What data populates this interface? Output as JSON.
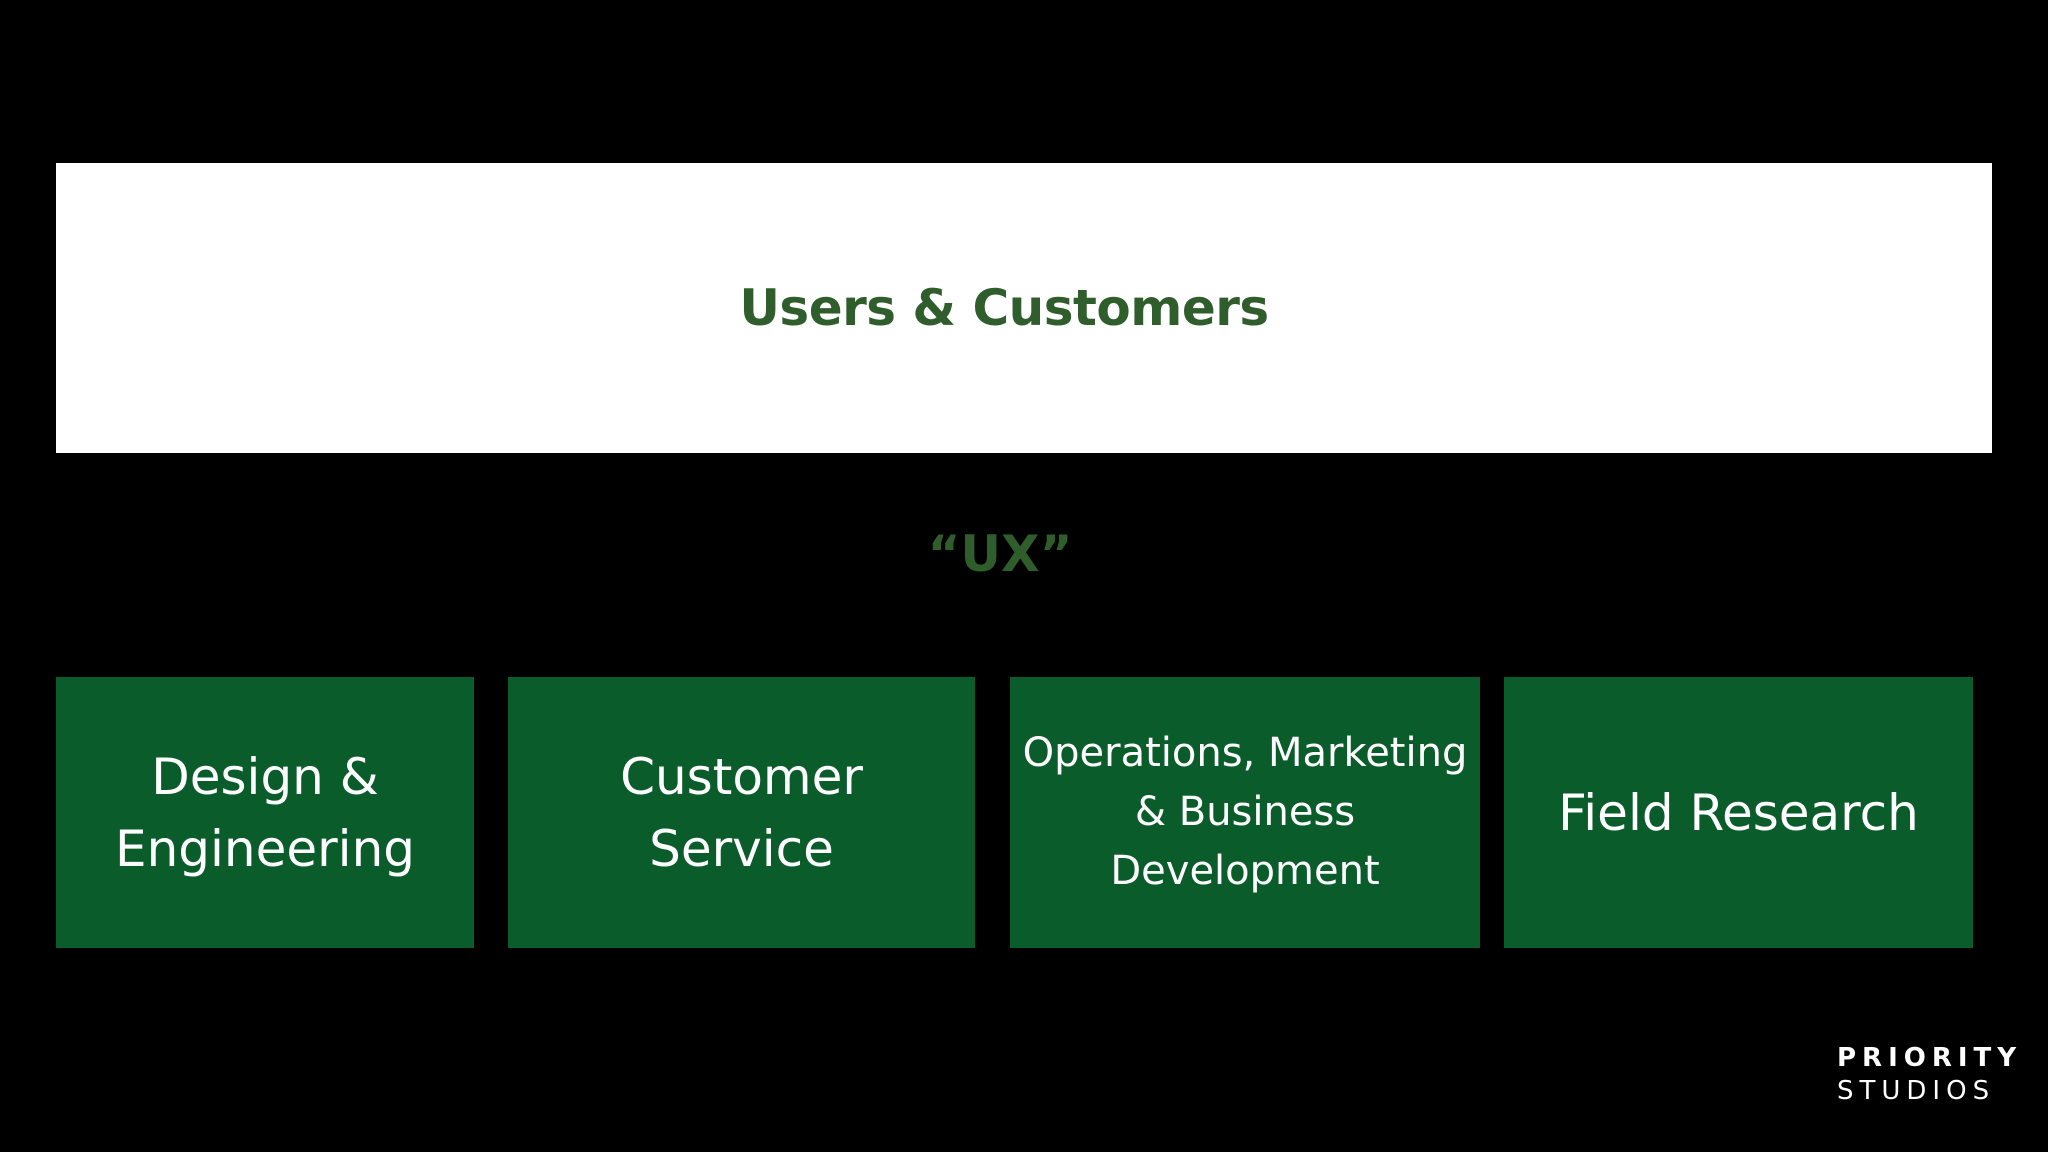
{
  "slide": {
    "background_color": "#000000",
    "top_box": {
      "label": "Users & Customers",
      "fill_color": "#ffffff",
      "text_color": "#2f5e2c"
    },
    "middle_label": "“UX”",
    "accent_color": "#0a5c2b",
    "boxes": [
      {
        "label": "Design &\nEngineering"
      },
      {
        "label": "Customer\nService"
      },
      {
        "label": "Operations, Marketing\n& Business\nDevelopment"
      },
      {
        "label": "Field Research"
      }
    ],
    "logo": {
      "line1": "PRIORITY",
      "line2": "STUDIOS"
    }
  }
}
